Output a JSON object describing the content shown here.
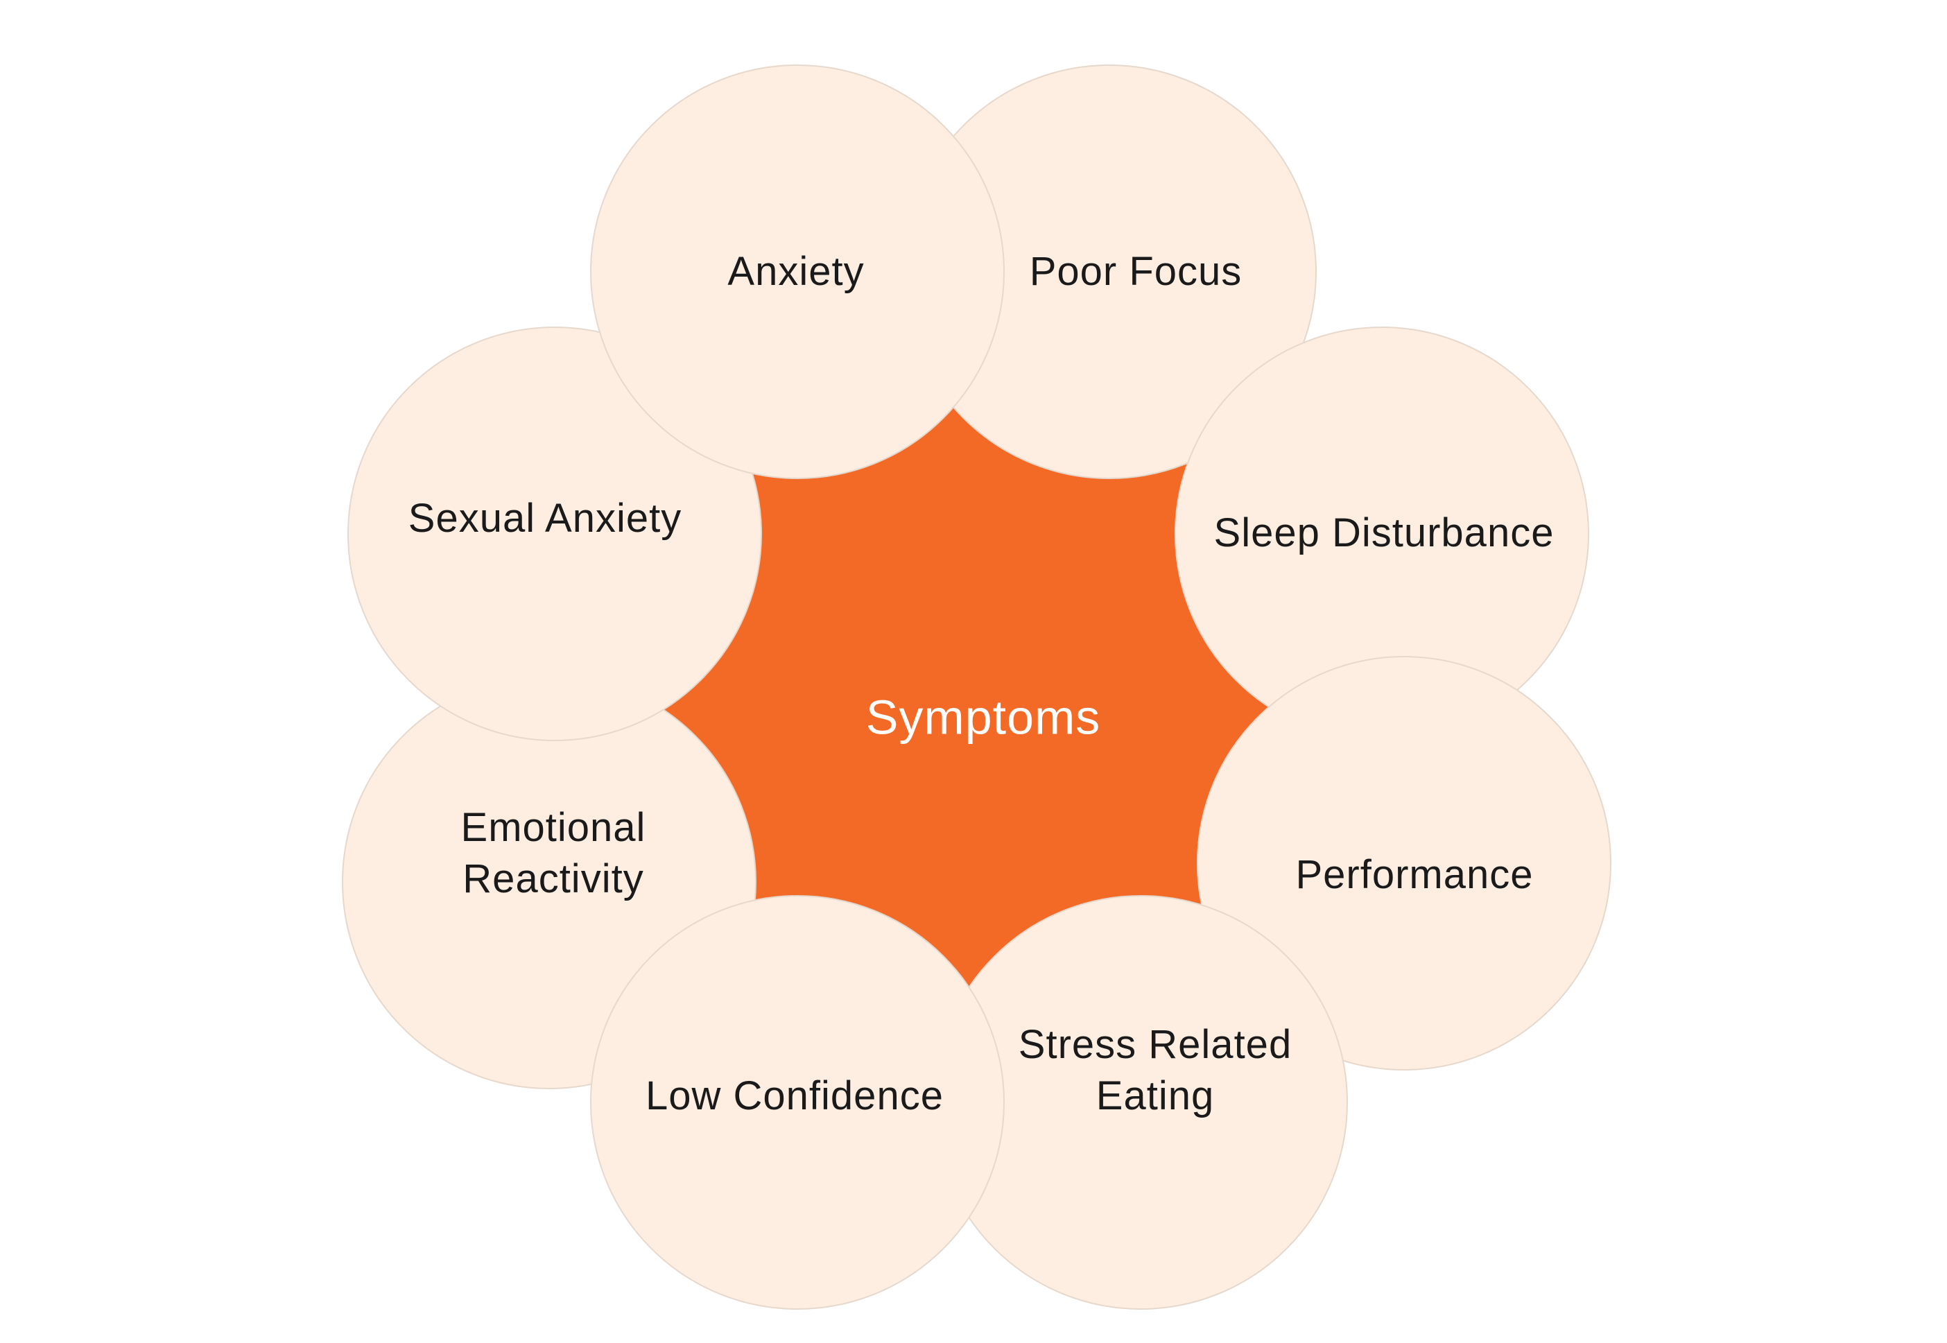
{
  "diagram": {
    "center": {
      "label": "Symptoms",
      "color": "#F26A25"
    },
    "petal_color": "#FDEEE1",
    "petal_stroke": "#E6D8CC",
    "petals": [
      {
        "id": "poor-focus",
        "lines": [
          "Poor Focus"
        ]
      },
      {
        "id": "anxiety",
        "lines": [
          "Anxiety"
        ]
      },
      {
        "id": "sexual-anxiety",
        "lines": [
          "Sexual Anxiety"
        ]
      },
      {
        "id": "emotional-reactivity",
        "lines": [
          "Emotional",
          "Reactivity"
        ]
      },
      {
        "id": "low-confidence",
        "lines": [
          "Low Confidence"
        ]
      },
      {
        "id": "stress-related-eating",
        "lines": [
          "Stress Related",
          "Eating"
        ]
      },
      {
        "id": "performance",
        "lines": [
          "Performance"
        ]
      },
      {
        "id": "sleep-disturbance",
        "lines": [
          "Sleep Disturbance"
        ]
      }
    ]
  }
}
